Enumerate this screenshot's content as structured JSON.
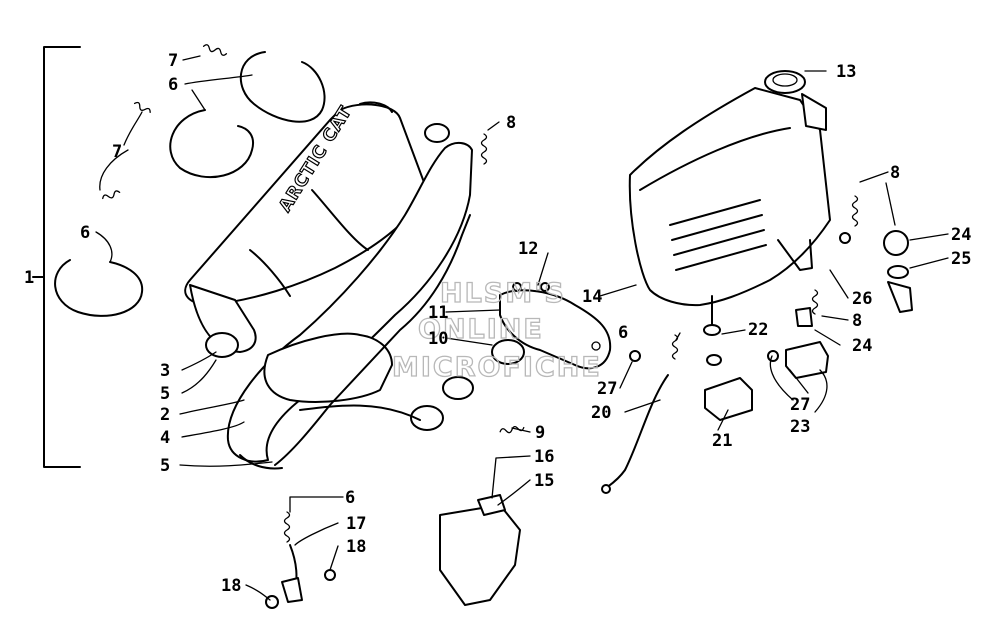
{
  "brand_text": "ARCTIC CAT",
  "watermark": {
    "line1": "HLSM'S",
    "line2": "ONLINE",
    "line3": "MICROFICHE"
  },
  "callouts": {
    "c1": "1",
    "c2": "2",
    "c3": "3",
    "c4": "4",
    "c5a": "5",
    "c5b": "5",
    "c6a": "6",
    "c6b": "6",
    "c6c": "6",
    "c6d": "6",
    "c7a": "7",
    "c7b": "7",
    "c8a": "8",
    "c8b": "8",
    "c8c": "8",
    "c9": "9",
    "c10": "10",
    "c11": "11",
    "c12": "12",
    "c13": "13",
    "c14": "14",
    "c15": "15",
    "c16": "16",
    "c17": "17",
    "c18a": "18",
    "c18b": "18",
    "c20": "20",
    "c21": "21",
    "c22": "22",
    "c23": "23",
    "c24a": "24",
    "c24b": "24",
    "c25": "25",
    "c26": "26",
    "c27a": "27",
    "c27b": "27"
  }
}
